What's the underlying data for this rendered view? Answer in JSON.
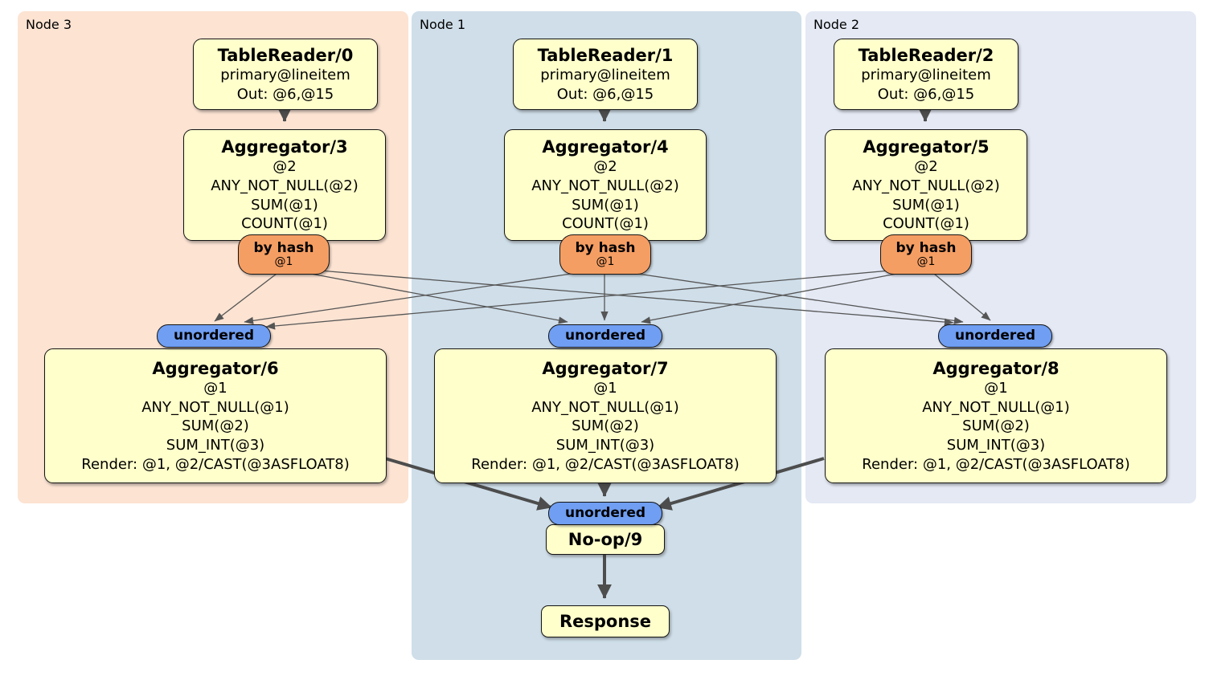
{
  "colors": {
    "node3_bg": "#fce3d2",
    "node1_bg": "#cfdee9",
    "node2_bg": "#e4e9f4",
    "operator_box_bg": "#ffffcc",
    "hash_router_bg": "#f59e63",
    "stream_badge_bg": "#6f9ef2",
    "edge_color": "#4d4d4d"
  },
  "groups": {
    "node3": {
      "label": "Node 3"
    },
    "node1": {
      "label": "Node 1"
    },
    "node2": {
      "label": "Node 2"
    }
  },
  "operators": {
    "tr0": {
      "title": "TableReader/0",
      "lines": [
        "primary@lineitem",
        "Out: @6,@15"
      ]
    },
    "tr1": {
      "title": "TableReader/1",
      "lines": [
        "primary@lineitem",
        "Out: @6,@15"
      ]
    },
    "tr2": {
      "title": "TableReader/2",
      "lines": [
        "primary@lineitem",
        "Out: @6,@15"
      ]
    },
    "agg3": {
      "title": "Aggregator/3",
      "lines": [
        "@2",
        "ANY_NOT_NULL(@2)",
        "SUM(@1)",
        "COUNT(@1)"
      ]
    },
    "agg4": {
      "title": "Aggregator/4",
      "lines": [
        "@2",
        "ANY_NOT_NULL(@2)",
        "SUM(@1)",
        "COUNT(@1)"
      ]
    },
    "agg5": {
      "title": "Aggregator/5",
      "lines": [
        "@2",
        "ANY_NOT_NULL(@2)",
        "SUM(@1)",
        "COUNT(@1)"
      ]
    },
    "agg6": {
      "title": "Aggregator/6",
      "lines": [
        "@1",
        "ANY_NOT_NULL(@1)",
        "SUM(@2)",
        "SUM_INT(@3)",
        "Render: @1, @2/CAST(@3ASFLOAT8)"
      ]
    },
    "agg7": {
      "title": "Aggregator/7",
      "lines": [
        "@1",
        "ANY_NOT_NULL(@1)",
        "SUM(@2)",
        "SUM_INT(@3)",
        "Render: @1, @2/CAST(@3ASFLOAT8)"
      ]
    },
    "agg8": {
      "title": "Aggregator/8",
      "lines": [
        "@1",
        "ANY_NOT_NULL(@1)",
        "SUM(@2)",
        "SUM_INT(@3)",
        "Render: @1, @2/CAST(@3ASFLOAT8)"
      ]
    },
    "noop": {
      "title": "No-op/9"
    },
    "response": {
      "title": "Response"
    }
  },
  "routers": {
    "hash_label": "by hash",
    "hash_detail": "@1",
    "stream_label": "unordered"
  }
}
